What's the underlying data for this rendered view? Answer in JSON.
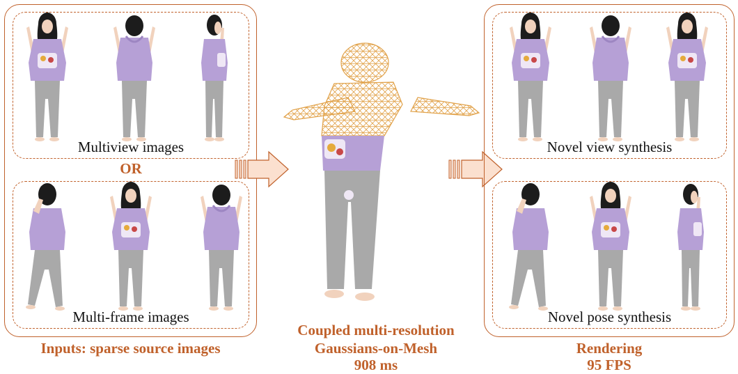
{
  "accent_color": "#c0612b",
  "arrow_fill": "#fbe0cf",
  "hoodie_color": "#b6a0d6",
  "pants_color": "#a9a9a9",
  "hair_color": "#1c1c1c",
  "mesh_color": "#e1a24a",
  "inputs": {
    "multiview_label": "Multiview images",
    "or_label": "OR",
    "multiframe_label": "Multi-frame images",
    "title": "Inputs: sparse source images"
  },
  "method": {
    "line1": "Coupled multi-resolution",
    "line2": "Gaussians-on-Mesh",
    "line3": "908 ms"
  },
  "outputs": {
    "novel_view_label": "Novel view synthesis",
    "novel_pose_label": "Novel pose synthesis",
    "title_line1": "Rendering",
    "title_line2": "95 FPS"
  }
}
